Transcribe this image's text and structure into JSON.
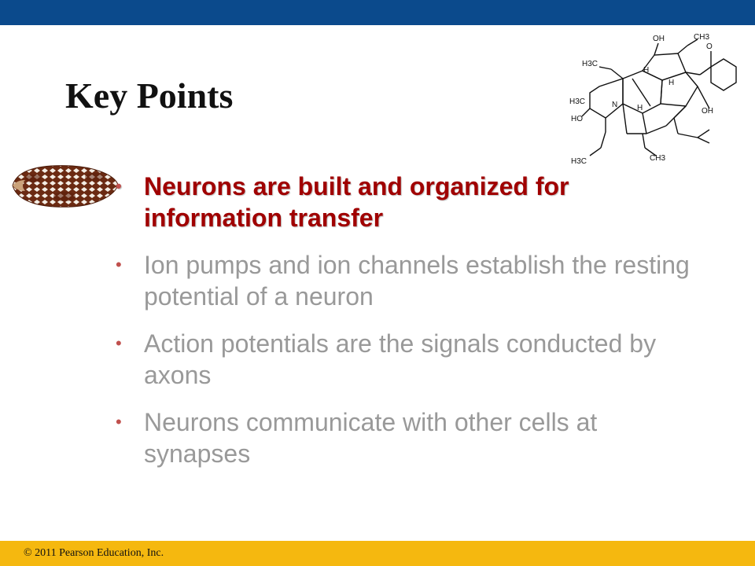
{
  "slide": {
    "title": "Key Points",
    "bullets": [
      {
        "text": "Neurons are built and organized for information transfer",
        "state": "active"
      },
      {
        "text": "Ion pumps and ion channels establish the resting potential of a neuron",
        "state": "dim"
      },
      {
        "text": "Action potentials are the signals conducted by axons",
        "state": "dim"
      },
      {
        "text": "Neurons communicate with other cells at synapses",
        "state": "dim"
      }
    ],
    "bullet_symbol": "•"
  },
  "molecule": {
    "labels": {
      "oh1": "OH",
      "ch3_1": "CH3",
      "h3c_1": "H3C",
      "h1": "H",
      "h2": "H",
      "h3c_2": "H3C",
      "n": "N",
      "h3": "H",
      "ho": "HO",
      "oh2": "OH",
      "h3c_3": "H3C",
      "ch3_2": "CH3",
      "o": "O"
    }
  },
  "footer": {
    "copyright": "© 2011 Pearson Education, Inc."
  },
  "colors": {
    "top_bar": "#0b4a8c",
    "bottom_bar": "#f5b80f",
    "active_bullet": "#a00000",
    "dim_bullet": "#999999",
    "bullet_dot": "#c0504d"
  }
}
